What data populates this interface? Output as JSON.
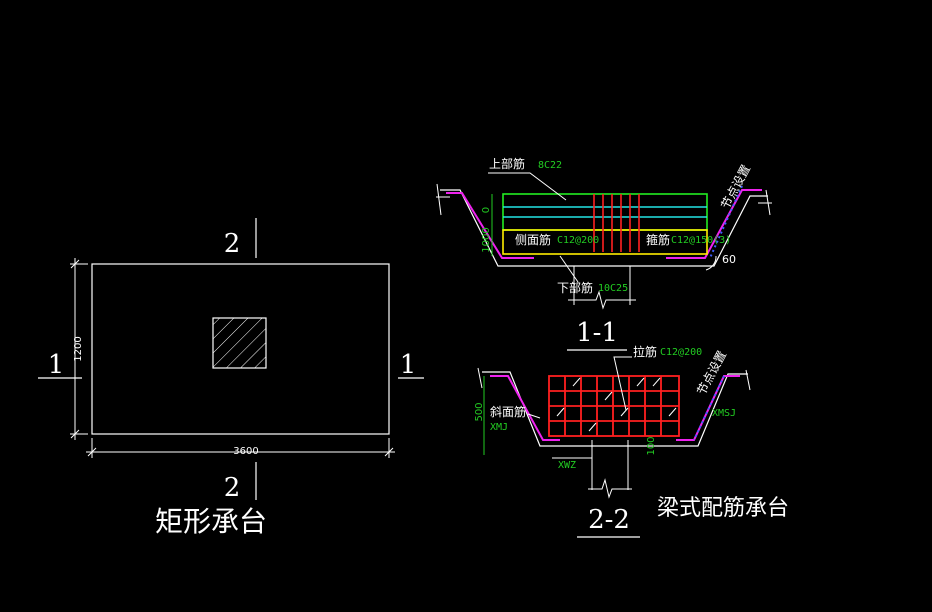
{
  "plan": {
    "title": "矩形承台",
    "section_mark_2": "2",
    "section_mark_1": "1",
    "dim_width": "3600",
    "dim_height": "1200"
  },
  "section_1_1": {
    "title": "1-1",
    "top_bar_label": "上部筋",
    "top_bar_spec": "8C22",
    "side_bar_label": "侧面筋",
    "side_bar_spec": "C12@200",
    "stirrup_label": "箍筋",
    "stirrup_spec": "C12@150(3)",
    "bottom_bar_label": "下部筋",
    "bottom_bar_spec": "10C25",
    "node_note": "节点设置",
    "angle": "60",
    "dim_left_top": "0",
    "dim_left": "1000"
  },
  "section_2_2": {
    "title": "2-2",
    "tie_bar_label": "拉筋",
    "tie_bar_spec": "C12@200",
    "slant_bar_label": "斜面筋",
    "left_code": "XMJ",
    "right_code": "XMSJ",
    "bottom_code": "XWZ",
    "node_note": "节点设置",
    "dim_left": "500",
    "dim_bottom": "100"
  },
  "caption": "梁式配筋承台",
  "colors": {
    "background": "#000000",
    "line_white": "#ffffff",
    "dim_green": "#22cc22",
    "rebar_red": "#ff2020",
    "rebar_green": "#22ee22",
    "rebar_cyan": "#22e6e6",
    "rebar_yellow": "#ffee00",
    "magenta": "#ee22ee",
    "blue_dots": "#4060ff"
  }
}
